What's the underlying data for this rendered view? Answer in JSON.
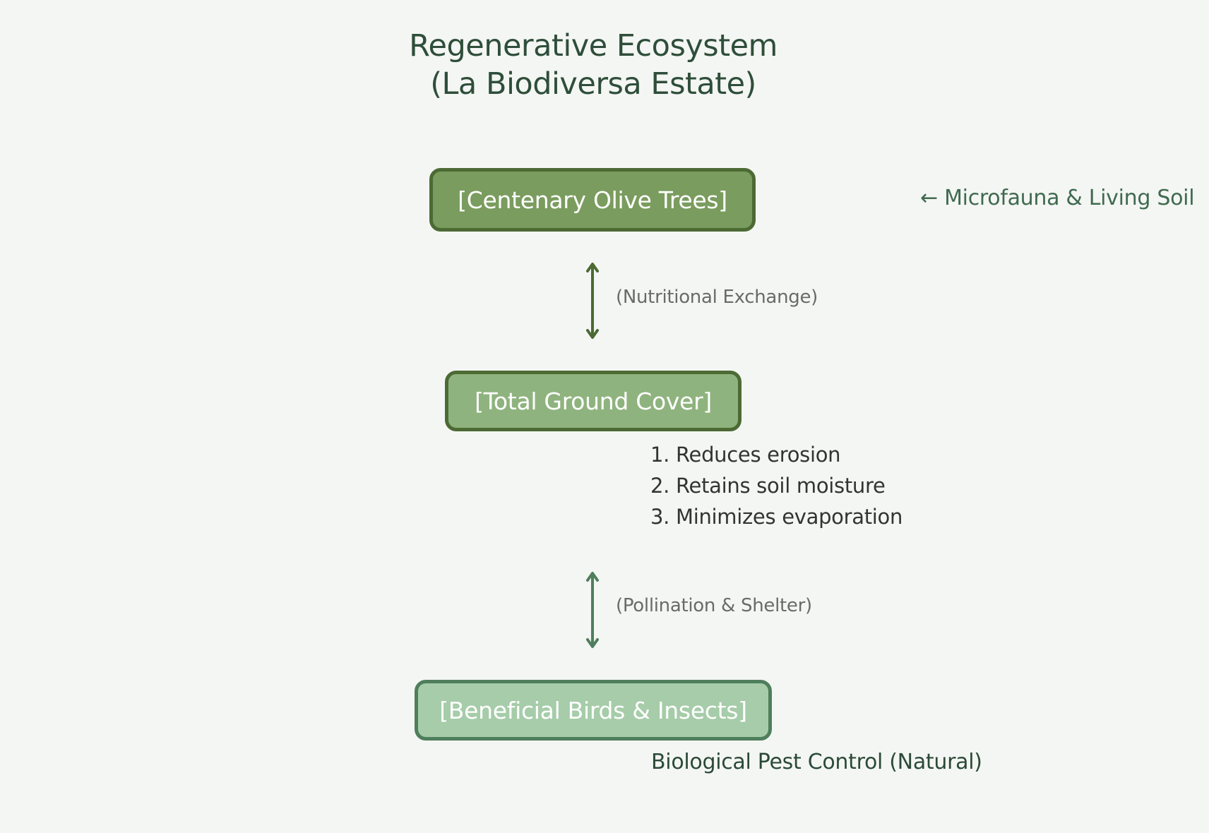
{
  "title": {
    "line1": "Regenerative Ecosystem",
    "line2": "(La Biodiversa Estate)"
  },
  "nodes": {
    "olive_trees": "[Centenary Olive Trees]",
    "ground_cover": "[Total Ground Cover]",
    "birds_insects": "[Beneficial Birds & Insects]"
  },
  "edges": {
    "nutritional": "(Nutritional Exchange)",
    "pollination": "(Pollination & Shelter)"
  },
  "side_note": "← Microfauna & Living Soil",
  "ground_cover_benefits": [
    "1. Reduces erosion",
    "2. Retains soil moisture",
    "3. Minimizes evaporation"
  ],
  "birds_note": "Biological Pest Control (Natural)",
  "colors": {
    "background": "#f4f6f3",
    "olive_node": "#7a9c5e",
    "cover_node": "#8fb37e",
    "birds_node": "#a6cca9",
    "arrow_dark": "#4c6a34",
    "arrow_teal": "#4f7e5c"
  },
  "icons": [
    "double-arrow-icon",
    "left-arrow-icon"
  ]
}
